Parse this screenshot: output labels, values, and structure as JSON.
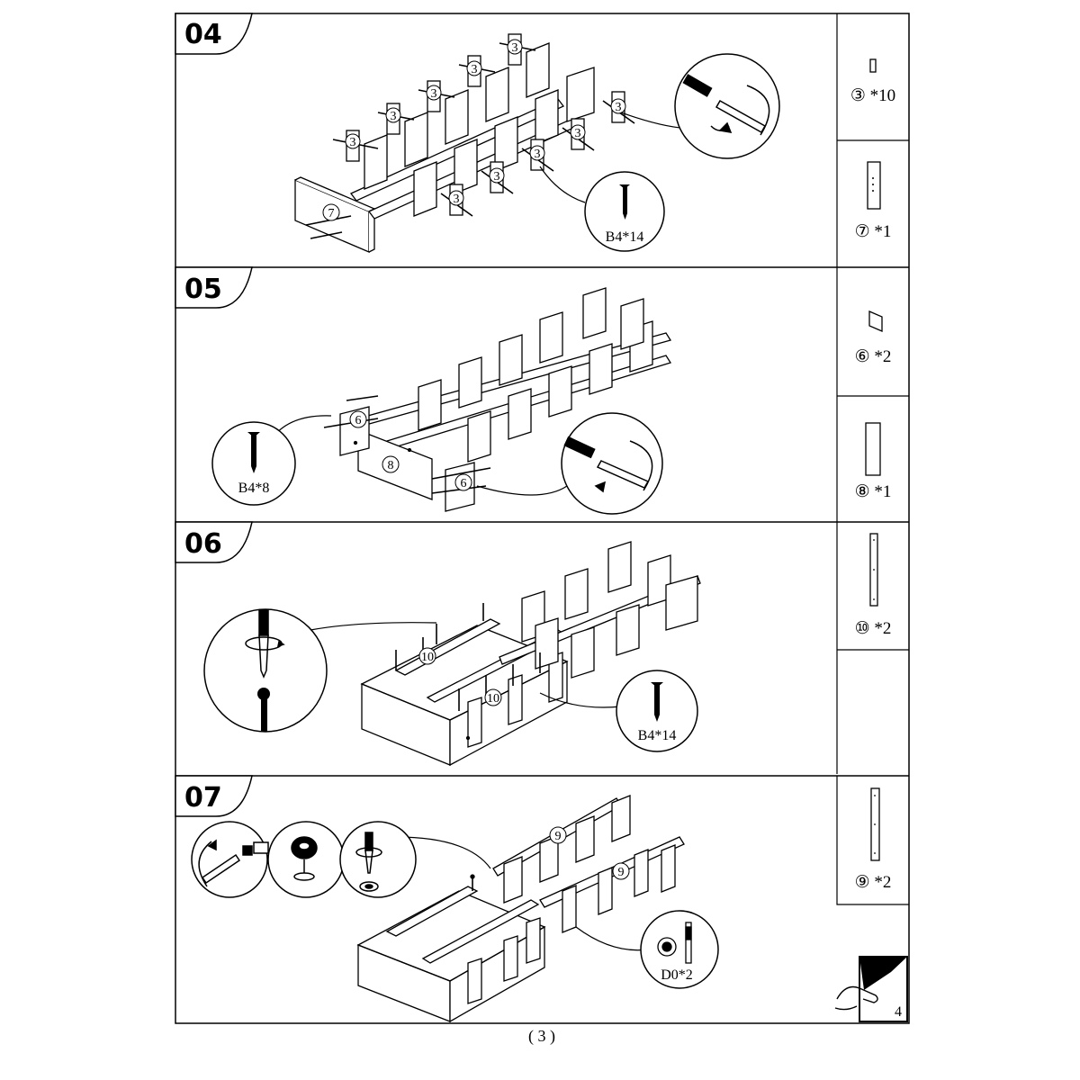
{
  "steps": [
    {
      "number": "04",
      "screw_label": "B4*14",
      "callout_parts": [
        "3",
        "7"
      ],
      "parts": [
        {
          "circled": "③",
          "qty": "*10"
        },
        {
          "circled": "⑦",
          "qty": "*1"
        }
      ]
    },
    {
      "number": "05",
      "screw_label": "B4*8",
      "callout_parts": [
        "6",
        "8",
        "6"
      ],
      "parts": [
        {
          "circled": "⑥",
          "qty": "*2"
        },
        {
          "circled": "⑧",
          "qty": "*1"
        }
      ]
    },
    {
      "number": "06",
      "screw_label": "B4*14",
      "callout_parts": [
        "10",
        "10"
      ],
      "parts": [
        {
          "circled": "⑩",
          "qty": "*2"
        }
      ]
    },
    {
      "number": "07",
      "screw_label": "D0*2",
      "callout_parts": [
        "9",
        "9"
      ],
      "parts": [
        {
          "circled": "⑨",
          "qty": "*2"
        }
      ]
    }
  ],
  "page_number": "( 3 )",
  "next_page": "4",
  "icons": {
    "screwdriver": "screwdriver-rotate-icon",
    "screw": "screw-icon",
    "cam_lock": "cam-lock-icon",
    "page_turn": "page-turn-icon"
  }
}
